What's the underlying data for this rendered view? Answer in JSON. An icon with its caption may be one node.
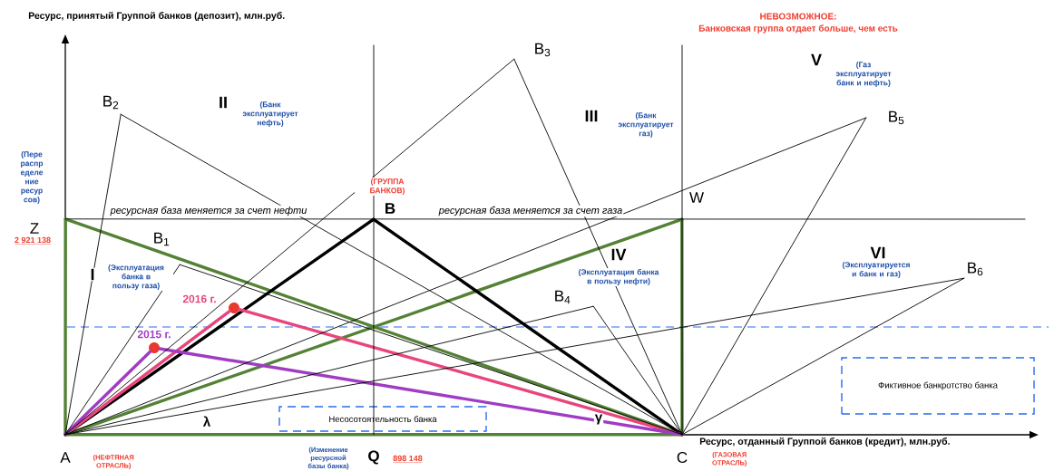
{
  "diagram": {
    "nodes": [
      {
        "text": [
          "A"
        ],
        "beside": [
          "(НЕФТЯНАЯ ОТРАСЛЬ)"
        ]
      },
      {
        "text": [
          "Z"
        ],
        "beside": [
          "2 921 138"
        ]
      },
      {
        "text": [
          "B$_{2}$"
        ]
      },
      {
        "text": [
          "B$_{1}$"
        ]
      },
      {
        "text": [
          "2015 г."
        ]
      },
      {
        "text": [
          "2016 г."
        ]
      },
      {
        "text": [
          "B"
        ],
        "beside": [
          "(ГРУППА БАНКОВ)"
        ]
      },
      {
        "text": [
          "B$_{3}$"
        ]
      },
      {
        "text": [
          "Q"
        ],
        "beside": [
          "(Изменение ресурсной базы банка)",
          "898 148"
        ]
      },
      {
        "text": [
          "B$_{4}$"
        ]
      },
      {
        "text": [
          "W"
        ]
      },
      {
        "text": [
          "C"
        ],
        "beside": [
          "(ГАЗОВАЯ ОТРАСЛЬ)"
        ]
      },
      {
        "text": [
          "B$_{5}$"
        ]
      },
      {
        "text": [
          "B$_{6}$"
        ]
      },
      {
        "text": [
          "Несосотоятельность банка"
        ]
      },
      {
        "text": [
          "Фиктивное банкротство банка"
        ]
      }
    ],
    "edges": [
      {
        "from": 0,
        "to": 1,
        "arrow": "none",
        "style": "thick",
        "color": "#548235"
      },
      {
        "from": 1,
        "to": 11,
        "arrow": "none",
        "style": "thick",
        "color": "#548235"
      },
      {
        "from": 0,
        "to": 11,
        "arrow": "none",
        "style": "thick",
        "color": "#548235"
      },
      {
        "from": 0,
        "to": 10,
        "arrow": "none",
        "style": "thick",
        "color": "#548235"
      },
      {
        "from": 10,
        "to": 11,
        "arrow": "none",
        "style": "thick",
        "color": "#548235"
      },
      {
        "from": 0,
        "to": 6,
        "arrow": "none",
        "style": "thick"
      },
      {
        "from": 6,
        "to": 11,
        "arrow": "none",
        "style": "thick"
      },
      {
        "from": 0,
        "to": 5,
        "arrow": "none",
        "style": "thick",
        "color": "#e8457d"
      },
      {
        "from": 5,
        "to": 11,
        "arrow": "none",
        "style": "thick",
        "color": "#e8457d"
      },
      {
        "from": 0,
        "to": 4,
        "arrow": "none",
        "style": "thick",
        "color": "#a03cc4"
      },
      {
        "from": 4,
        "to": 11,
        "arrow": "none",
        "style": "thick",
        "color": "#a03cc4"
      },
      {
        "from": 0,
        "to": 3,
        "arrow": "none"
      },
      {
        "from": 3,
        "to": 11,
        "arrow": "none"
      },
      {
        "from": 0,
        "to": 2,
        "arrow": "none"
      },
      {
        "from": 2,
        "to": 11,
        "arrow": "none"
      },
      {
        "from": 0,
        "to": 7,
        "arrow": "none"
      },
      {
        "from": 7,
        "to": 11,
        "arrow": "none"
      },
      {
        "from": 0,
        "to": 9,
        "arrow": "none"
      },
      {
        "from": 9,
        "to": 11,
        "arrow": "none"
      },
      {
        "from": 0,
        "to": 12,
        "arrow": "none"
      },
      {
        "from": 12,
        "to": 11,
        "arrow": "none"
      },
      {
        "from": 0,
        "to": 13,
        "arrow": "none"
      },
      {
        "from": 13,
        "to": 11,
        "arrow": "none"
      },
      {
        "from": 8,
        "to": null,
        "arrow": "none"
      },
      {
        "from": 11,
        "to": null,
        "arrow": "none"
      },
      {
        "from": 1,
        "to": null,
        "arrow": "none"
      }
    ],
    "labels": [
      "Ресурс, принятый Группой банков (депозит), млн.руб.",
      "НЕВОЗМОЖНОЕ:",
      "Банковская группа отдает больше, чем есть",
      "V",
      "(Газ эксплуатирует банк и нефть)",
      "II",
      "(Банк эксплуатирует нефть)",
      "III",
      "(Банк эксплуатирует газ)",
      "(Пере распр еделе ние ресур сов)",
      "ресурсная база меняется за счет нефти",
      "ресурсная база меняется за счет газа",
      "I",
      "(Эксплуатация банка в пользу газа)",
      "IV",
      "(Эксплуатация банка в пользу нефти)",
      "VI",
      "(Эксплуатируется и банк и газ)",
      "λ",
      "γ",
      "Ресурс, отданный Группой банков (кредит), млн.руб."
    ]
  }
}
